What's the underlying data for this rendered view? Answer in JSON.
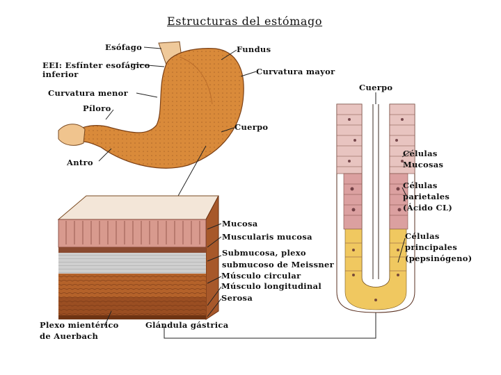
{
  "title": "Estructuras del estómago",
  "stomach_labels": {
    "esofago": "Esófago",
    "fundus": "Fundus",
    "eei_line1": "EEI: Esfínter esofágico",
    "eei_line2": "inferior",
    "curvatura_mayor": "Curvatura mayor",
    "curvatura_menor": "Curvatura menor",
    "piloro": "Píloro",
    "cuerpo": "Cuerpo",
    "antro": "Antro"
  },
  "wall_labels": {
    "mucosa": "Mucosa",
    "muscularis_mucosa": "Muscularis mucosa",
    "submucosa_line1": "Submucosa, plexo",
    "submucosa_line2": "submucoso de Meissner",
    "musculo_circular": "Músculo circular",
    "musculo_longitudinal": "Músculo longitudinal",
    "serosa": "Serosa",
    "plexo_line1": "Plexo mientérico",
    "plexo_line2": "de Auerbach",
    "glandula": "Glándula gástrica"
  },
  "gland_labels": {
    "cuerpo": "Cuerpo",
    "mucosas_line1": "Células",
    "mucosas_line2": "Mucosas",
    "parietales_line1": "Células",
    "parietales_line2": "parietales",
    "parietales_line3": "(Ácido CL)",
    "principales_line1": "Células",
    "principales_line2": "principales",
    "principales_line3": "(pepsinógeno)"
  },
  "colors": {
    "stomach": "#d98a3a",
    "mucosa": "#d89a8e",
    "submucosa": "#cfcfcf",
    "muscle": "#b4622a",
    "mucous_cells": "#e8c4c0",
    "parietal_cells": "#dba0a0",
    "chief_cells": "#f0c860"
  }
}
